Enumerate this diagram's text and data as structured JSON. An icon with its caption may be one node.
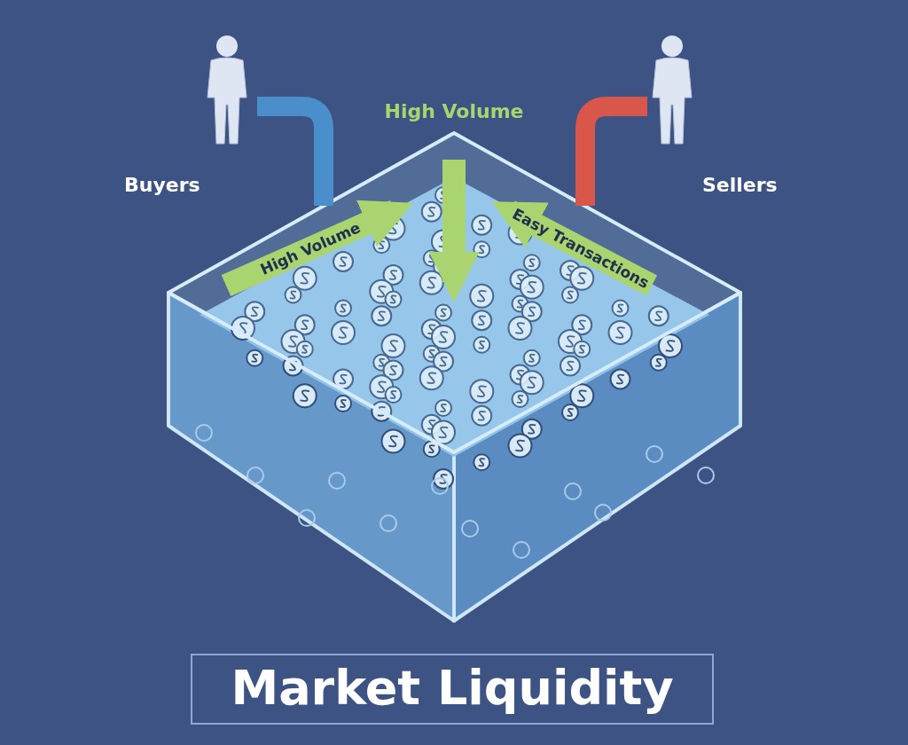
{
  "diagram": {
    "title": "Market Liquidity",
    "nodes": [
      {
        "text": [
          "Buyers"
        ]
      },
      {
        "text": [
          "Sellers"
        ]
      },
      {
        "text": [],
        "shape": "picture"
      }
    ],
    "edges": [
      {
        "from": 0,
        "to": 2,
        "arrow": "none",
        "color": "#4a8fcc"
      },
      {
        "from": 1,
        "to": 2,
        "arrow": "none",
        "color": "#d9574a"
      },
      {
        "from": null,
        "to": 2,
        "arrow": "to",
        "label": "High Volume"
      },
      {
        "from": null,
        "to": 2,
        "arrow": "to",
        "label": "High Volume"
      },
      {
        "from": null,
        "to": 2,
        "arrow": "to",
        "label": "Easy Transactions"
      }
    ]
  }
}
